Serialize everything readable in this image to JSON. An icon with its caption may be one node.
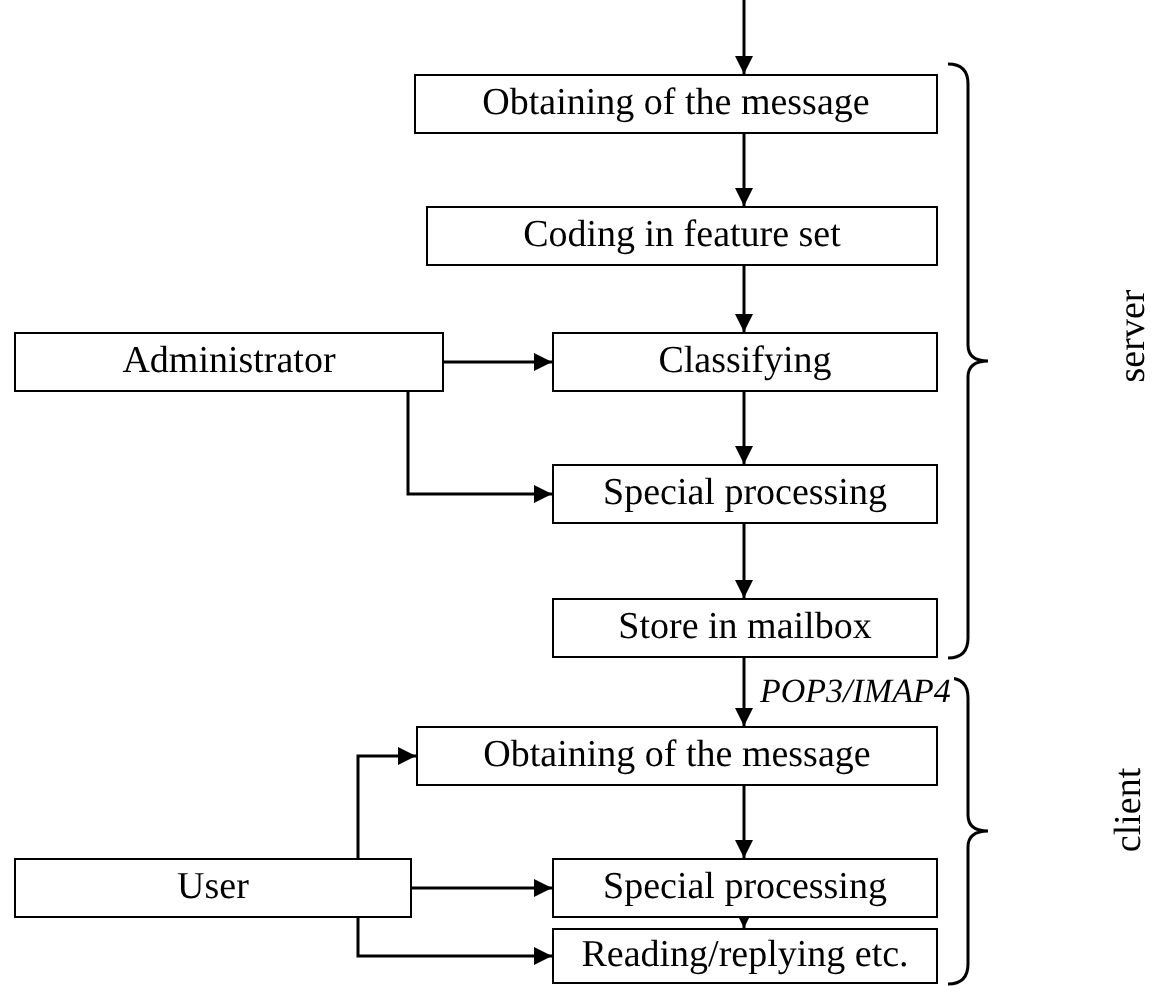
{
  "diagram": {
    "nodes": [
      {
        "text": [
          "Obtaining of the message"
        ]
      },
      {
        "text": [
          "Coding in feature set"
        ]
      },
      {
        "text": [
          "Administrator"
        ]
      },
      {
        "text": [
          "Classifying"
        ]
      },
      {
        "text": [
          "Special processing"
        ]
      },
      {
        "text": [
          "Store in mailbox"
        ]
      },
      {
        "text": [
          "Obtaining of the message"
        ]
      },
      {
        "text": [
          "User"
        ]
      },
      {
        "text": [
          "Special processing"
        ]
      },
      {
        "text": [
          "Reading/replying etc."
        ]
      }
    ],
    "edges": [
      {
        "from": null,
        "to": 0,
        "arrow": "to"
      },
      {
        "from": 0,
        "to": 1,
        "arrow": "to"
      },
      {
        "from": 1,
        "to": 3,
        "arrow": "to"
      },
      {
        "from": 2,
        "to": 3,
        "arrow": "to"
      },
      {
        "from": 2,
        "to": 4,
        "arrow": "to"
      },
      {
        "from": 3,
        "to": 4,
        "arrow": "to"
      },
      {
        "from": 4,
        "to": 5,
        "arrow": "to"
      },
      {
        "from": 5,
        "to": 6,
        "arrow": "to",
        "label": "POP3/IMAP4"
      },
      {
        "from": 6,
        "to": 8,
        "arrow": "to"
      },
      {
        "from": 8,
        "to": 9,
        "arrow": "to"
      },
      {
        "from": 7,
        "to": 6,
        "arrow": "to"
      },
      {
        "from": 7,
        "to": 8,
        "arrow": "to"
      },
      {
        "from": 7,
        "to": 9,
        "arrow": "to"
      }
    ],
    "labels": [
      "server",
      "client"
    ]
  }
}
